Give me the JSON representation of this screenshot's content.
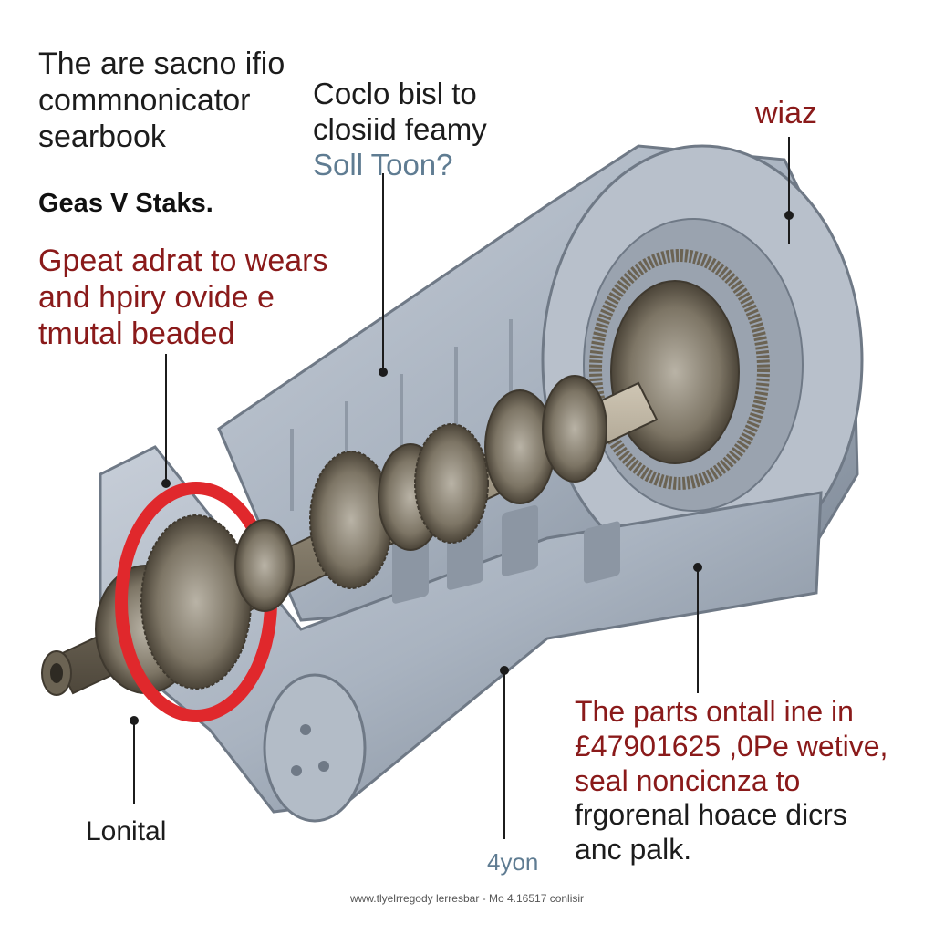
{
  "title": {
    "line1": "The are sacno ifio",
    "line2": "commnonicator",
    "line3": "searbook"
  },
  "callout_top": {
    "line1": "Coclo bisl to",
    "line2": "closiid feamy",
    "line3": "Soll Toon?"
  },
  "corner_label": "wiaz",
  "section_heading": "Geas V Staks.",
  "red_note": {
    "line1": "Gpeat adrat to wears",
    "line2": "and hpiry ovide e",
    "line3": "tmutal beaded"
  },
  "bottom_left_label": "Lonital",
  "bottom_mid_label": "4yon",
  "bottom_right": {
    "line1": "The parts ontall ine in",
    "line2": "£47901625 ,0Pe wetive,",
    "line3": "seal noncicnza to",
    "line4": "frgorenal hoace dicrs",
    "line5": "anc palk."
  },
  "footer": "www.tlyelrregody lerresbar - Mo 4.16517 conlisir",
  "colors": {
    "housing": "#a9b3c0",
    "housing_dark": "#7c8795",
    "gear_metal": "#8d8472",
    "seal_ring": "#e0282c",
    "accent_red": "#8a1a1a",
    "accent_blue": "#5f7c92"
  }
}
